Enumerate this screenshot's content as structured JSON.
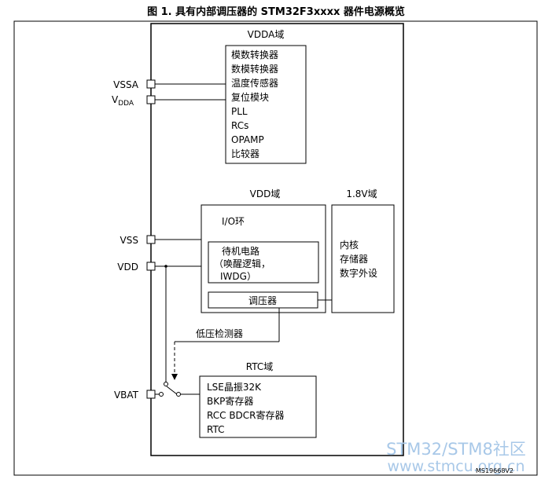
{
  "title": "图 1. 具有内部调压器的 STM32F3xxxx 器件电源概览",
  "vdda_domain": {
    "label": "VDDA域",
    "items": [
      "模数转换器",
      "数模转换器",
      "温度传感器",
      "复位模块",
      "PLL",
      "RCs",
      "OPAMP",
      "比较器"
    ]
  },
  "pins": {
    "vssa": "VSSA",
    "vdda_main": "V",
    "vdda_sub": "DDA",
    "vss": "VSS",
    "vdd": "VDD",
    "vbat": "VBAT"
  },
  "vdd_domain": {
    "label": "VDD域",
    "io_ring": "I/O环",
    "standby_lines": [
      "待机电路",
      "（唤醒逻辑，",
      "IWDG）"
    ],
    "regulator": "调压器"
  },
  "core_domain": {
    "label": "1.8V域",
    "items": [
      "内核",
      "存储器",
      "数字外设"
    ]
  },
  "low_voltage_detector": "低压检测器",
  "rtc_domain": {
    "label": "RTC域",
    "items": [
      "LSE晶振32K",
      "BKP寄存器",
      "RCC BDCR寄存器",
      "RTC"
    ]
  },
  "figure_id": "MS19668V2",
  "watermark": {
    "line1": "STM32/STM8社区",
    "line2": "www.stmcu.org.cn",
    "color": "#a8c8e8"
  }
}
